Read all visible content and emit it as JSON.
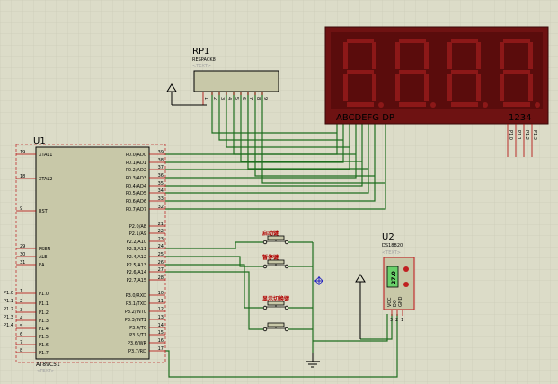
{
  "mcu": {
    "ref": "U1",
    "part": "AT89C51",
    "text_tag": "<TEXT>",
    "left_pins": [
      {
        "num": "19",
        "name": "XTAL1"
      },
      {
        "num": "18",
        "name": "XTAL2"
      },
      {
        "num": "9",
        "name": "RST"
      },
      {
        "num": "29",
        "name": "PSEN"
      },
      {
        "num": "30",
        "name": "ALE"
      },
      {
        "num": "31",
        "name": "EA"
      },
      {
        "num": "1",
        "name": "P1.0"
      },
      {
        "num": "2",
        "name": "P1.1"
      },
      {
        "num": "3",
        "name": "P1.2"
      },
      {
        "num": "4",
        "name": "P1.3"
      },
      {
        "num": "5",
        "name": "P1.4"
      },
      {
        "num": "6",
        "name": "P1.5"
      },
      {
        "num": "7",
        "name": "P1.6"
      },
      {
        "num": "8",
        "name": "P1.7"
      }
    ],
    "right_pins": [
      {
        "num": "39",
        "name": "P0.0/AD0"
      },
      {
        "num": "38",
        "name": "P0.1/AD1"
      },
      {
        "num": "37",
        "name": "P0.2/AD2"
      },
      {
        "num": "36",
        "name": "P0.3/AD3"
      },
      {
        "num": "35",
        "name": "P0.4/AD4"
      },
      {
        "num": "34",
        "name": "P0.5/AD5"
      },
      {
        "num": "33",
        "name": "P0.6/AD6"
      },
      {
        "num": "32",
        "name": "P0.7/AD7"
      },
      {
        "num": "21",
        "name": "P2.0/A8"
      },
      {
        "num": "22",
        "name": "P2.1/A9"
      },
      {
        "num": "23",
        "name": "P2.2/A10"
      },
      {
        "num": "24",
        "name": "P2.3/A11"
      },
      {
        "num": "25",
        "name": "P2.4/A12"
      },
      {
        "num": "26",
        "name": "P2.5/A13"
      },
      {
        "num": "27",
        "name": "P2.6/A14"
      },
      {
        "num": "28",
        "name": "P2.7/A15"
      },
      {
        "num": "10",
        "name": "P3.0/RXD"
      },
      {
        "num": "11",
        "name": "P3.1/TXD"
      },
      {
        "num": "12",
        "name": "P3.2/INT0"
      },
      {
        "num": "13",
        "name": "P3.3/INT1"
      },
      {
        "num": "14",
        "name": "P3.4/T0"
      },
      {
        "num": "15",
        "name": "P3.5/T1"
      },
      {
        "num": "16",
        "name": "P3.6/WR"
      },
      {
        "num": "17",
        "name": "P3.7/RD"
      }
    ],
    "p1_labels": [
      "P1.0",
      "P1.1",
      "P1.2",
      "P1.3",
      "P1.4"
    ]
  },
  "respack": {
    "ref": "RP1",
    "part": "RESPACK8",
    "text_tag": "<TEXT>",
    "pins": [
      "1",
      "2",
      "3",
      "4",
      "5",
      "6",
      "7",
      "8",
      "9"
    ]
  },
  "display": {
    "segment_label": "ABCDEFG  DP",
    "digit_label": "1234",
    "digit_pins": [
      "P1.0",
      "P1.1",
      "P1.2",
      "P1.3"
    ],
    "colors": {
      "frame": "#6e1212",
      "segment_off": "#8c1818"
    }
  },
  "buttons": [
    {
      "label": "启动键"
    },
    {
      "label": "暂停键"
    },
    {
      "label": "显示切换键"
    },
    {
      "label": ""
    }
  ],
  "sensor": {
    "ref": "U2",
    "part": "DS18B20",
    "text_tag": "<TEXT>",
    "readout": "27.0",
    "pins": [
      "VCC",
      "DQ",
      "GND"
    ],
    "pin_numbers": [
      "3",
      "2",
      "1"
    ]
  }
}
